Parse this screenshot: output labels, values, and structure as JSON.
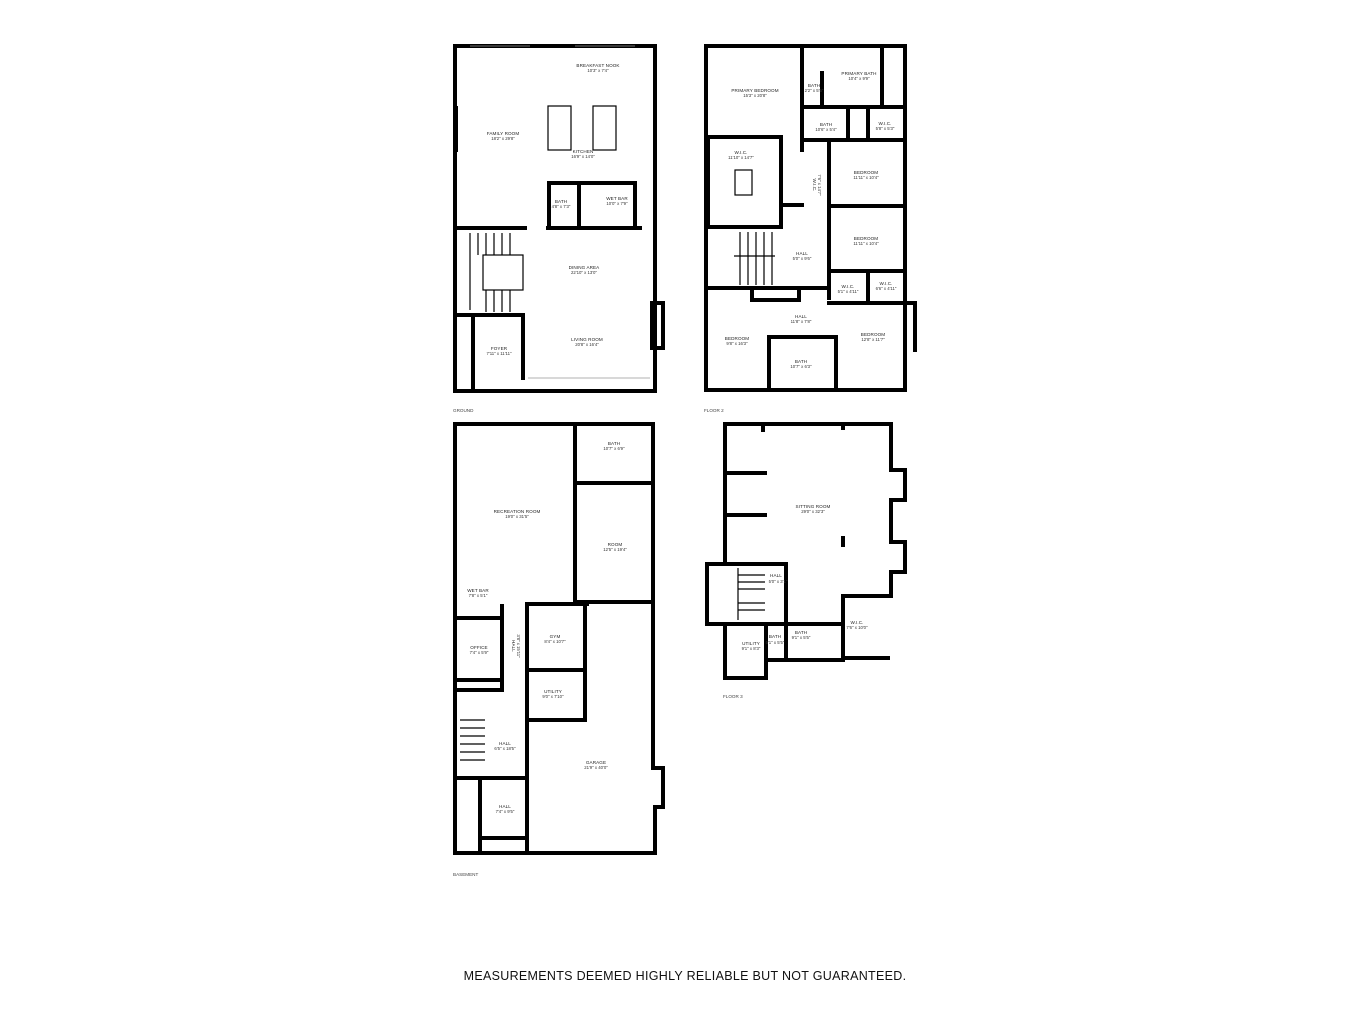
{
  "floors": {
    "ground": {
      "label": "GROUND",
      "rooms": [
        {
          "name": "BREAKFAST NOOK",
          "dim": "10'3\" x 7'4\""
        },
        {
          "name": "FAMILY ROOM",
          "dim": "18'2\" x 29'8\""
        },
        {
          "name": "KITCHEN",
          "dim": "16'9\" x 14'0\""
        },
        {
          "name": "BATH",
          "dim": "4'8\" x 7'3\""
        },
        {
          "name": "WET BAR",
          "dim": "10'0\" x 7'9\""
        },
        {
          "name": "DINING AREA",
          "dim": "22'10\" x 13'0\""
        },
        {
          "name": "LIVING ROOM",
          "dim": "20'8\" x 16'4\""
        },
        {
          "name": "FOYER",
          "dim": "7'11\" x 11'11\""
        }
      ]
    },
    "floor2": {
      "label": "FLOOR 2",
      "rooms": [
        {
          "name": "PRIMARY BEDROOM",
          "dim": "15'3\" x 20'8\""
        },
        {
          "name": "PRIMARY BATH",
          "dim": "10'4\" x 9'9\""
        },
        {
          "name": "BATH",
          "dim": "2'2\" x 5'5\""
        },
        {
          "name": "BATH",
          "dim": "10'6\" x 5'4\""
        },
        {
          "name": "W.I.C.",
          "dim": "5'8\" x 5'3\""
        },
        {
          "name": "W.I.C.",
          "dim": "11'10\" x 14'7\""
        },
        {
          "name": "W.I.C.",
          "dim": "7'6\" x 14'7\""
        },
        {
          "name": "BEDROOM",
          "dim": "11'11\" x 10'4\""
        },
        {
          "name": "BEDROOM",
          "dim": "11'11\" x 10'4\""
        },
        {
          "name": "HALL",
          "dim": "5'0\" x 9'6\""
        },
        {
          "name": "W.I.C.",
          "dim": "5'1\" x 4'11\""
        },
        {
          "name": "W.I.C.",
          "dim": "6'6\" x 4'11\""
        },
        {
          "name": "HALL",
          "dim": "11'8\" x 7'8\""
        },
        {
          "name": "BEDROOM",
          "dim": "9'8\" x 16'3\""
        },
        {
          "name": "BEDROOM",
          "dim": "12'8\" x 11'7\""
        },
        {
          "name": "BATH",
          "dim": "10'7\" x 6'3\""
        }
      ]
    },
    "basement": {
      "label": "BASEMENT",
      "rooms": [
        {
          "name": "RECREATION ROOM",
          "dim": "19'0\" x 31'5\""
        },
        {
          "name": "BATH",
          "dim": "10'7\" x 6'9\""
        },
        {
          "name": "ROOM",
          "dim": "12'5\" x 19'4\""
        },
        {
          "name": "WET BAR",
          "dim": "7'8\" x 5'1\""
        },
        {
          "name": "GYM",
          "dim": "8'4\" x 10'7\""
        },
        {
          "name": "HALL",
          "dim": "3'8\" x 15'11\""
        },
        {
          "name": "OFFICE",
          "dim": "7'4\" x 5'9\""
        },
        {
          "name": "UTILITY",
          "dim": "9'0\" x 7'10\""
        },
        {
          "name": "HALL",
          "dim": "6'5\" x 18'5\""
        },
        {
          "name": "GARAGE",
          "dim": "21'9\" x 40'0\""
        },
        {
          "name": "HALL",
          "dim": "7'4\" x 9'5\""
        }
      ]
    },
    "floor3": {
      "label": "FLOOR 3",
      "rooms": [
        {
          "name": "SITTING ROOM",
          "dim": "29'0\" x 32'3\""
        },
        {
          "name": "HALL",
          "dim": "5'0\" x 3'1\""
        },
        {
          "name": "BATH",
          "dim": "9'1\" x 5'5\""
        },
        {
          "name": "BATH",
          "dim": "5'1\" x 5'5\""
        },
        {
          "name": "UTILITY",
          "dim": "9'1\" x 8'3\""
        },
        {
          "name": "W.I.C.",
          "dim": "7'6\" x 10'0\""
        }
      ]
    }
  },
  "disclaimer": "MEASUREMENTS DEEMED HIGHLY RELIABLE BUT NOT GUARANTEED."
}
